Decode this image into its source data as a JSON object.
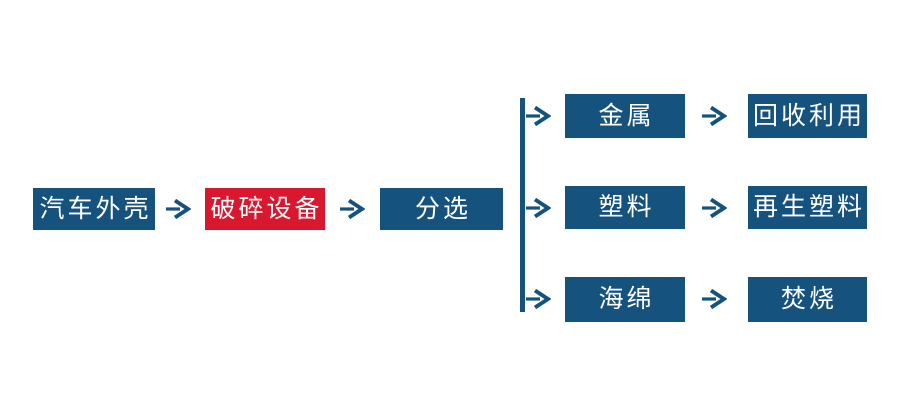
{
  "colors": {
    "primary_blue": "#16527e",
    "accent_red": "#d9182f",
    "node_text": "#ffffff",
    "background": "#ffffff"
  },
  "icons": {
    "arrow_right": "→"
  },
  "flowchart": {
    "main_flow": [
      {
        "id": "source",
        "label": "汽车外壳",
        "variant": "blue"
      },
      {
        "id": "crusher",
        "label": "破碎设备",
        "variant": "red"
      },
      {
        "id": "sorting",
        "label": "分选",
        "variant": "blue"
      }
    ],
    "branches": [
      {
        "material": "金属",
        "outcome": "回收利用"
      },
      {
        "material": "塑料",
        "outcome": "再生塑料"
      },
      {
        "material": "海绵",
        "outcome": "焚烧"
      }
    ]
  }
}
